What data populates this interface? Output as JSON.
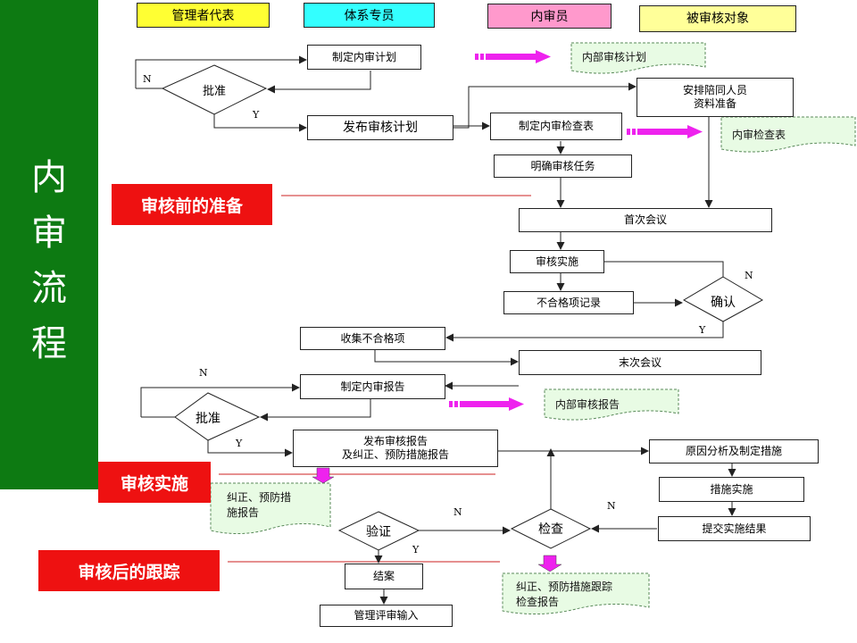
{
  "title": "内\n审\n流\n程",
  "roles": [
    {
      "id": "mgr",
      "label": "管理者代表",
      "color": "#ffff33"
    },
    {
      "id": "sys",
      "label": "体系专员",
      "color": "#33ffff"
    },
    {
      "id": "auditor",
      "label": "内审员",
      "color": "#ff99cc"
    },
    {
      "id": "auditee",
      "label": "被审核对象",
      "color": "#ffff99"
    }
  ],
  "stages": {
    "prep": "审核前的准备",
    "impl": "审核实施",
    "follow": "审核后的跟踪"
  },
  "steps": {
    "plan": "制定内审计划",
    "approve1": "批准",
    "publish_plan": "发布审核计划",
    "arrange": "安排陪同人员\n资料准备",
    "checklist_make": "制定内审检查表",
    "clarify": "明确审核任务",
    "first_meeting": "首次会议",
    "implement": "审核实施",
    "nc_record": "不合格项记录",
    "confirm": "确认",
    "collect_nc": "收集不合格项",
    "last_meeting": "末次会议",
    "report_make": "制定内审报告",
    "approve2": "批准",
    "publish_report": "发布审核报告\n及纠正、预防措施报告",
    "cause": "原因分析及制定措施",
    "measure": "措施实施",
    "submit": "提交实施结果",
    "check": "检查",
    "verify": "验证",
    "close": "结案",
    "review_input": "管理评审输入"
  },
  "docs": {
    "plan_doc": "内部审核计划",
    "checklist_doc": "内审检查表",
    "report_doc": "内部审核报告",
    "car_doc": "纠正、预防措\n施报告",
    "track_doc": "纠正、预防措施跟踪\n检查报告"
  },
  "decision_labels": {
    "yes": "Y",
    "no": "N"
  },
  "colors": {
    "title_bg": "#0d7a12",
    "stage_bg": "#ee1111",
    "doc_fill": "#e8fbe4",
    "arrow_magenta": "#ee22ee",
    "line": "#222222",
    "stage_line": "#cc2222"
  }
}
